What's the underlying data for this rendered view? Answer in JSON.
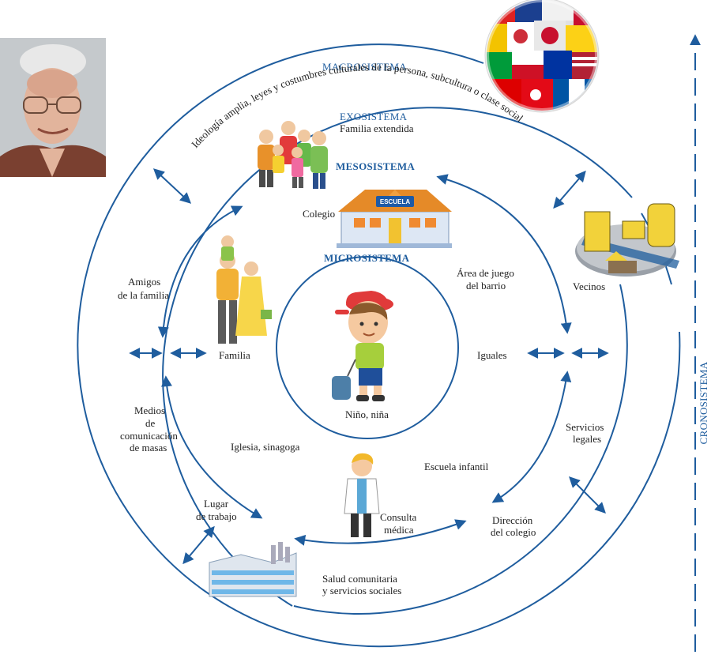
{
  "colors": {
    "ring": "#1f5d9e",
    "text": "#222222",
    "title": "#1f5d9e"
  },
  "systems": {
    "macro": "MACROSISTEMA",
    "exo": "EXOSISTEMA",
    "meso": "MESOSISTEMA",
    "micro": "MICROSISTEMA",
    "crono": "CRONOSISTEMA"
  },
  "macro_desc": "Ideología amplia, leyes y costumbres culturales de la persona, subcultura o clase social",
  "labels": {
    "familia_extendida": "Familia extendida",
    "colegio": "Colegio",
    "escuela_sign": "ESCUELA",
    "amigos_1": "Amigos",
    "amigos_2": "de la familia",
    "area_1": "Área de juego",
    "area_2": "del barrio",
    "vecinos": "Vecinos",
    "familia": "Familia",
    "iguales": "Iguales",
    "nino": "Niño, niña",
    "medios_1": "Medios",
    "medios_2": "de",
    "medios_3": "comunicación",
    "medios_4": "de masas",
    "iglesia": "Iglesia, sinagoga",
    "escuela_infantil": "Escuela infantil",
    "servicios_1": "Servicios",
    "servicios_2": "legales",
    "lugar_1": "Lugar",
    "lugar_2": "de trabajo",
    "consulta_1": "Consulta",
    "consulta_2": "médica",
    "direccion_1": "Dirección",
    "direccion_2": "del colegio",
    "salud_1": "Salud comunitaria",
    "salud_2": "y servicios sociales"
  },
  "icons": [
    "portrait-photo",
    "globe-flags-icon",
    "extended-family-icon",
    "school-icon",
    "family-icon",
    "child-icon",
    "doctor-icon",
    "neighborhood-icon",
    "factory-icon"
  ]
}
